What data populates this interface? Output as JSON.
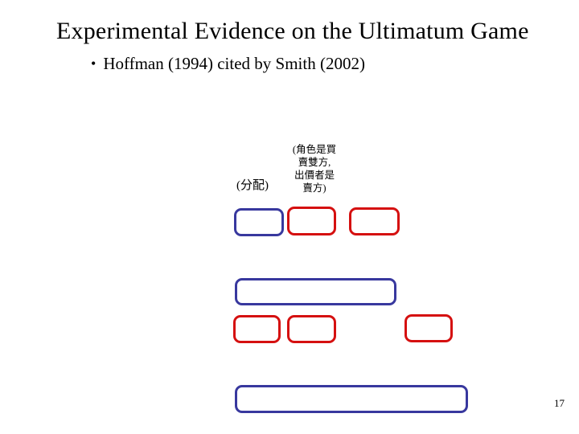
{
  "slide": {
    "title": "Experimental Evidence on the Ultimatum Game",
    "bullet_glyph": "•",
    "bullet_text": "Hoffman (1994) cited by Smith (2002)",
    "page_number": "17"
  },
  "annotations": {
    "allocation_label": "(分配)",
    "role_note": {
      "line1": "(角色是買",
      "line2": "賣雙方,",
      "line3": "出價者是",
      "line4": "賣方)"
    }
  },
  "diagram": {
    "boxes": [
      {
        "id": "row1-blue",
        "color": "#38389E"
      },
      {
        "id": "row1-red-1",
        "color": "#D51010"
      },
      {
        "id": "row1-red-2",
        "color": "#D51010"
      },
      {
        "id": "mid-blue-wide",
        "color": "#38389E"
      },
      {
        "id": "row2-red-1",
        "color": "#D51010"
      },
      {
        "id": "row2-red-2",
        "color": "#D51010"
      },
      {
        "id": "row2-red-3",
        "color": "#D51010"
      },
      {
        "id": "bottom-blue-wide",
        "color": "#38389E"
      }
    ]
  },
  "colors": {
    "box_blue": "#38389E",
    "box_red": "#D51010",
    "text": "#000000",
    "background": "#FFFFFF"
  }
}
